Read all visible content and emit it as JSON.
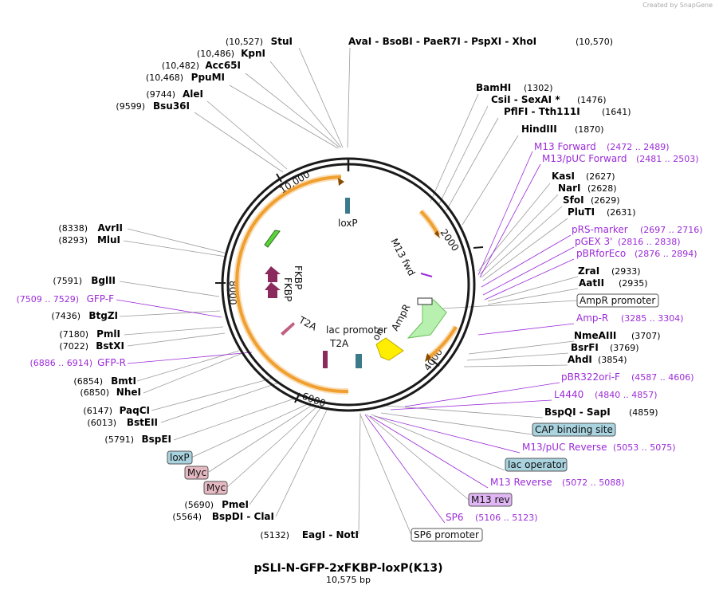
{
  "watermark": "Created by SnapGene",
  "plasmid": {
    "name": "pSLI-N-GFP-2xFKBP-loxP(K13)",
    "length_label": "10,575 bp"
  },
  "ticks": [
    "2000",
    "4000",
    "6000",
    "8000",
    "10,000"
  ],
  "left_sites": [
    {
      "pos": "(10,527)",
      "name": "StuI"
    },
    {
      "pos": "(10,486)",
      "name": "KpnI"
    },
    {
      "pos": "(10,482)",
      "name": "Acc65I"
    },
    {
      "pos": "(10,468)",
      "name": "PpuMI"
    },
    {
      "pos": "(9744)",
      "name": "AleI"
    },
    {
      "pos": "(9599)",
      "name": "Bsu36I"
    },
    {
      "pos": "(8338)",
      "name": "AvrII"
    },
    {
      "pos": "(8293)",
      "name": "MluI"
    },
    {
      "pos": "(7591)",
      "name": "BglII"
    },
    {
      "pos": "(7436)",
      "name": "BtgZI"
    },
    {
      "pos": "(7180)",
      "name": "PmlI"
    },
    {
      "pos": "(7022)",
      "name": "BstXI"
    },
    {
      "pos": "(6854)",
      "name": "BmtI"
    },
    {
      "pos": "(6850)",
      "name": "NheI"
    },
    {
      "pos": "(6147)",
      "name": "PaqCI"
    },
    {
      "pos": "(6013)",
      "name": "BstEII"
    },
    {
      "pos": "(5791)",
      "name": "BspEI"
    },
    {
      "pos": "(5690)",
      "name": "PmeI"
    },
    {
      "pos": "(5564)",
      "name": "BspDI - ClaI"
    },
    {
      "pos": "(5132)",
      "name": "EagI - NotI"
    }
  ],
  "left_primers": [
    {
      "pos": "(7509 .. 7529)",
      "name": "GFP-F"
    },
    {
      "pos": "(6886 .. 6914)",
      "name": "GFP-R"
    }
  ],
  "top_site": {
    "name": "AvaI - BsoBI - PaeR7I - PspXI - XhoI",
    "pos": "(10,570)"
  },
  "right_sites": [
    {
      "name": "BamHI",
      "pos": "(1302)"
    },
    {
      "name": "CsiI - SexAI *",
      "pos": "(1476)"
    },
    {
      "name": "PflFI - Tth111I",
      "pos": "(1641)"
    },
    {
      "name": "HindIII",
      "pos": "(1870)"
    },
    {
      "name": "KasI",
      "pos": "(2627)"
    },
    {
      "name": "NarI",
      "pos": "(2628)"
    },
    {
      "name": "SfoI",
      "pos": "(2629)"
    },
    {
      "name": "PluTI",
      "pos": "(2631)"
    },
    {
      "name": "ZraI",
      "pos": "(2933)"
    },
    {
      "name": "AatII",
      "pos": "(2935)"
    },
    {
      "name": "NmeAIII",
      "pos": "(3707)"
    },
    {
      "name": "BsrFI",
      "pos": "(3769)"
    },
    {
      "name": "AhdI",
      "pos": "(3854)"
    },
    {
      "name": "BspQI - SapI",
      "pos": "(4859)"
    }
  ],
  "right_primers": [
    {
      "name": "M13 Forward",
      "pos": "(2472 .. 2489)"
    },
    {
      "name": "M13/pUC Forward",
      "pos": "(2481 .. 2503)"
    },
    {
      "name": "pRS-marker",
      "pos": "(2697 .. 2716)"
    },
    {
      "name": "pGEX 3'",
      "pos": "(2816 .. 2838)"
    },
    {
      "name": "pBRforEco",
      "pos": "(2876 .. 2894)"
    },
    {
      "name": "Amp-R",
      "pos": "(3285 .. 3304)"
    },
    {
      "name": "pBR322ori-F",
      "pos": "(4587 .. 4606)"
    },
    {
      "name": "L4440",
      "pos": "(4840 .. 4857)"
    },
    {
      "name": "M13/pUC Reverse",
      "pos": "(5053 .. 5075)"
    },
    {
      "name": "M13 Reverse",
      "pos": "(5072 .. 5088)"
    },
    {
      "name": "SP6",
      "pos": "(5106 .. 5123)"
    }
  ],
  "boxed_features": [
    {
      "name": "AmpR promoter"
    },
    {
      "name": "CAP binding site"
    },
    {
      "name": "lac operator"
    },
    {
      "name": "M13 rev"
    },
    {
      "name": "SP6 promoter"
    },
    {
      "name": "loxP"
    },
    {
      "name": "Myc"
    },
    {
      "name": "Myc"
    }
  ],
  "inner_labels": [
    "loxP",
    "M13 fwd",
    "FKBP",
    "FKBP",
    "T2A",
    "T2A",
    "lac promoter",
    "ori",
    "AmpR"
  ],
  "colors": {
    "backbone": "#1a1a1a",
    "orange_arc": "#f0a030",
    "primer": "#9b2bd8",
    "fkbp": "#8b2a5c",
    "gfp": "#5bd43a",
    "ori": "#ffee00",
    "ampr": "#b8f0b0",
    "box_blue": "#a9d3df",
    "box_pink": "#e6b9c2",
    "box_violet": "#e0b6f5",
    "box_white": "#ffffff"
  }
}
